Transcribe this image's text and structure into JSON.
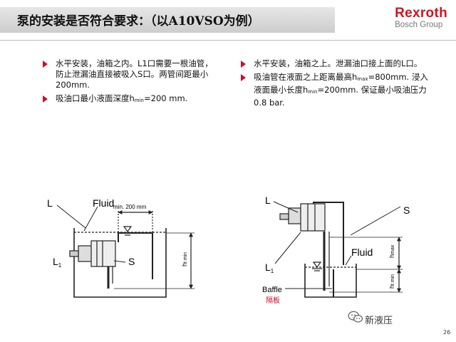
{
  "header": {
    "title": "泵的安装是否符合要求：（以A10VSO为例）",
    "brand": "Rexroth",
    "brand_sub": "Bosch Group"
  },
  "left": {
    "bullet1": "水平安装，油箱之内。L1口需要一根油管，防止泄漏油直接被吸入S口。两管间距最小200mm.",
    "bullet2_a": "吸油口最小液面深度h",
    "bullet2_sub": "min",
    "bullet2_b": "=200  mm."
  },
  "right": {
    "bullet1": "水平安装，油箱之上。泄漏油口接上面的L口。",
    "bullet2_a": "吸油管在液面之上距离最高h",
    "bullet2_sub1": "max",
    "bullet2_b": "=800mm. 浸入液面最小长度h",
    "bullet2_sub2": "min",
    "bullet2_c": "=200mm. 保证最小吸油压力0.8 bar."
  },
  "diagram_left": {
    "label_L": "L",
    "label_fluid": "Fluid",
    "label_min": "min. 200 mm",
    "label_L1": "L",
    "label_L1_sub": "1",
    "label_S": "S",
    "dim_h": "h",
    "dim_h_sub": "t min"
  },
  "diagram_right": {
    "label_L": "L",
    "label_S": "S",
    "label_fluid": "Fluid",
    "label_L1": "L",
    "label_L1_sub": "1",
    "label_baffle": "Baffle",
    "label_baffle_cn": "隔板",
    "dim_hmax": "h",
    "dim_hmax_sub": "max",
    "dim_hmin": "h",
    "dim_hmin_sub": "t min"
  },
  "footer": {
    "watermark": "新液压",
    "page": "26"
  },
  "colors": {
    "brand": "#d4121b",
    "bullet": "#c8102e",
    "baffle_cn": "#c8102e"
  }
}
